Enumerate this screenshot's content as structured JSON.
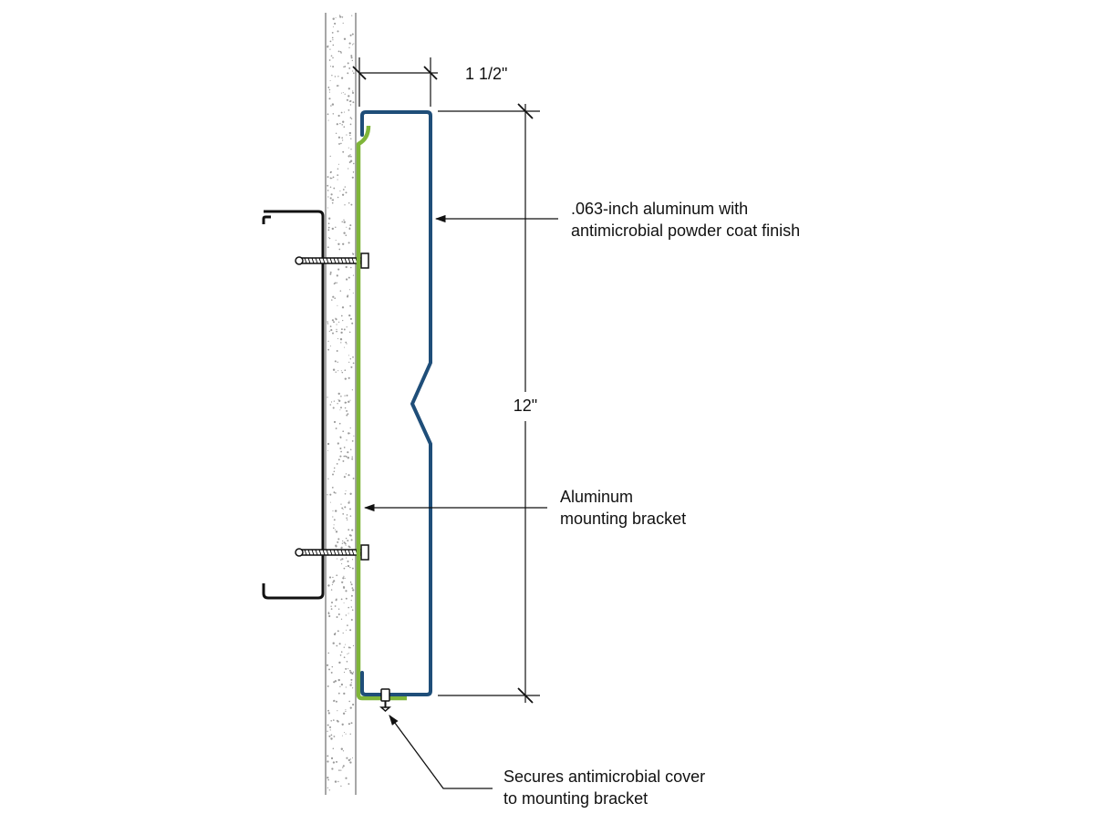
{
  "dimensions": {
    "depth": "1 1/2\"",
    "height": "12\""
  },
  "callouts": {
    "cover": {
      "line1": ".063-inch aluminum with",
      "line2": "antimicrobial powder coat finish"
    },
    "bracket": {
      "line1": "Aluminum",
      "line2": "mounting bracket"
    },
    "fastener": {
      "line1": "Secures antimicrobial cover",
      "line2": "to mounting bracket"
    }
  },
  "colors": {
    "cover": "#1f4e79",
    "bracket": "#7fb539",
    "line": "#111111",
    "wall_edge": "#8a8a8a",
    "wall_speckle": "#9a9a9a"
  }
}
